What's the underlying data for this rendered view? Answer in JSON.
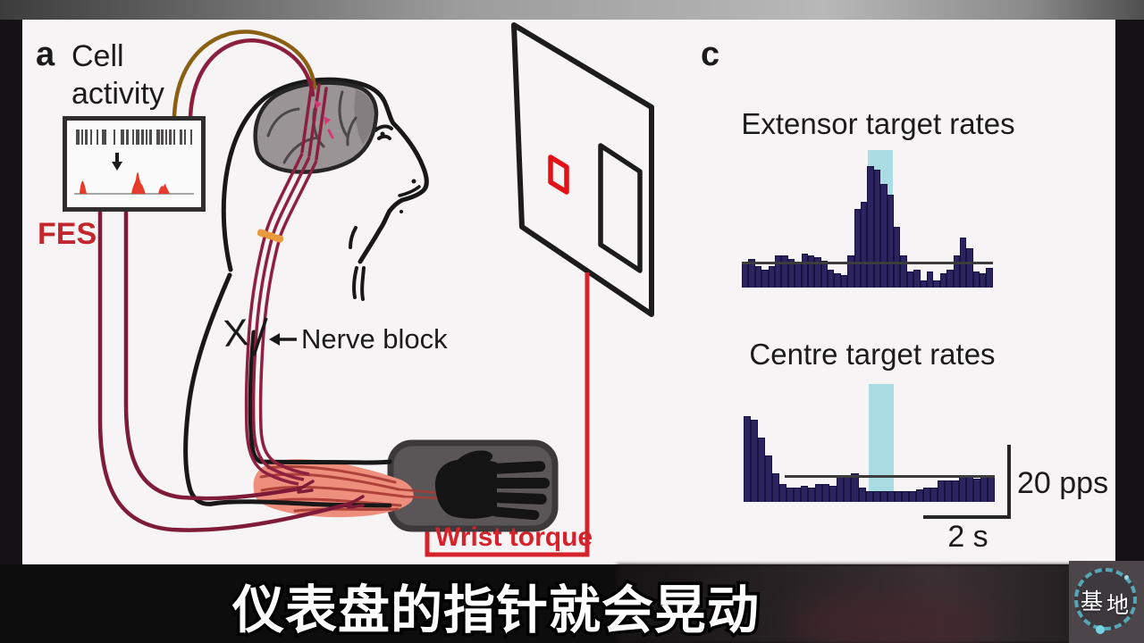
{
  "figure": {
    "panel_a": {
      "letter": "a",
      "cell_activity_line1": "Cell",
      "cell_activity_line2": "activity",
      "fes_label": "FES",
      "nerve_block_x": "X",
      "nerve_block_label": "Nerve block",
      "wrist_torque_label": "Wrist torque"
    },
    "panel_c": {
      "letter": "c"
    }
  },
  "chart_data": [
    {
      "type": "bar",
      "title": "Extensor target rates",
      "units": "pps",
      "pps_axis_max": 40,
      "values_pps": [
        7,
        8,
        6,
        5,
        6,
        9,
        9,
        8,
        7,
        9.5,
        9,
        8.5,
        7.5,
        5,
        4,
        3.5,
        9,
        22,
        24,
        34,
        33,
        29,
        26,
        17,
        9,
        4.5,
        5,
        2,
        4.5,
        2,
        4,
        5,
        9,
        14,
        11,
        4.5,
        4,
        5.5
      ],
      "highlight_band": {
        "left_frac": 0.502,
        "width_frac": 0.1,
        "top_pps": 38.5
      },
      "ref_line": {
        "pps": 6.5,
        "left_frac": 0,
        "right_frac": 1
      },
      "scale_bar": {
        "label_v": "20 pps",
        "label_h": "2 s"
      }
    },
    {
      "type": "bar",
      "title": "Centre target rates",
      "units": "pps",
      "pps_axis_max": 40,
      "values_pps": [
        24,
        23,
        18,
        13,
        8,
        5,
        4,
        4,
        4.5,
        4,
        5,
        5,
        4.5,
        7,
        7,
        8,
        4,
        3,
        3,
        3,
        3,
        3,
        3,
        3,
        3.5,
        4,
        4,
        6,
        6,
        6,
        7,
        7,
        6.5,
        7,
        7
      ],
      "highlight_band": {
        "left_frac": 0.498,
        "width_frac": 0.1,
        "top_pps": 33
      },
      "ref_line": {
        "pps": 6.75,
        "left_frac": 0.165,
        "right_frac": 1
      },
      "scale_bar": {
        "label_v": "20 pps",
        "label_h": "2 s"
      }
    }
  ],
  "subtitle": {
    "text": "仪表盘的指针就会晃动"
  },
  "watermark": {
    "char1": "基",
    "char2": "地"
  },
  "colors": {
    "bar": "#2b2460",
    "bar_edge": "#17133e",
    "highlight": "#a9dde3",
    "figure_bg": "#f7f4f5",
    "red": "#d5232b",
    "fes_red": "#c1272d",
    "maroon_wire": "#8e2040",
    "dark_red_wire": "#7e1b38",
    "olive_wire": "#8a6114",
    "brain_gray": "#9b9496",
    "muscle": "#ee8f7d",
    "muscle_stripe": "#a83a34",
    "orange_band": "#e89a3c",
    "platform": "#5a5557",
    "logo_teal": "#58b8c8"
  }
}
